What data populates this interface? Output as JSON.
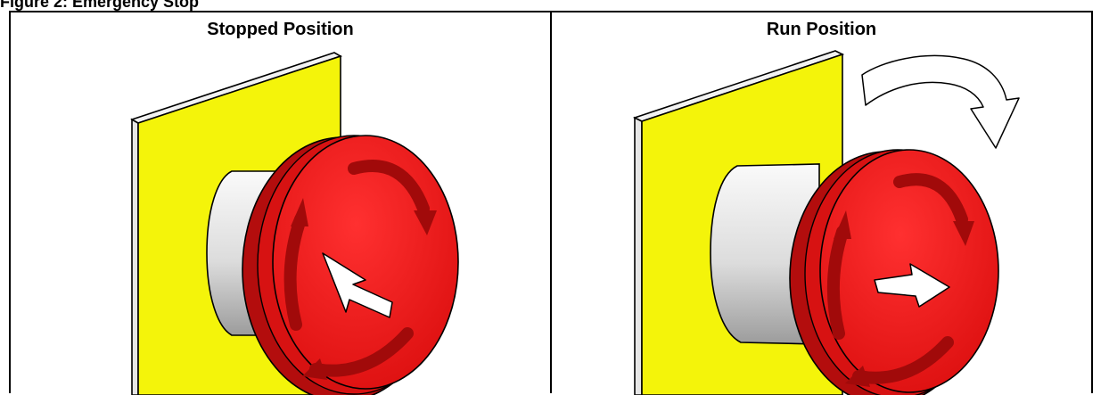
{
  "header": {
    "title": "Figure 2: Emergency Stop"
  },
  "panels": [
    {
      "caption": "Stopped Position",
      "state": "stopped"
    },
    {
      "caption": "Run Position",
      "state": "run"
    }
  ],
  "colors": {
    "plate": "#f4f40a",
    "plate_edge": "#e3e3e3",
    "button_red": "#ee1c1c",
    "button_red_dark": "#b30d0d",
    "arrow_dark": "#a10a0a",
    "stem": "#e4e4e4"
  }
}
